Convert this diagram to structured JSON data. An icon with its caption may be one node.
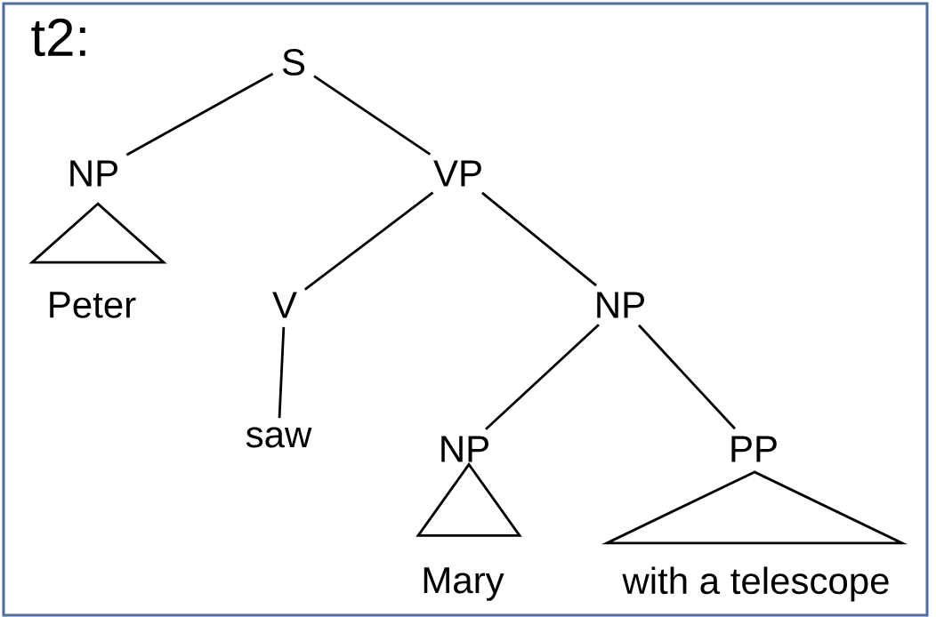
{
  "diagram": {
    "nodes": [
      {
        "text": [
          "S"
        ]
      },
      {
        "text": [
          "NP"
        ]
      },
      {
        "text": [
          "VP"
        ]
      },
      {
        "text": [],
        "shape": "triangle"
      },
      {
        "text": [
          "Peter"
        ]
      },
      {
        "text": [
          "V"
        ]
      },
      {
        "text": [
          "NP"
        ]
      },
      {
        "text": [
          "saw"
        ]
      },
      {
        "text": [
          "NP"
        ]
      },
      {
        "text": [
          "PP"
        ]
      },
      {
        "text": [],
        "shape": "triangle"
      },
      {
        "text": [],
        "shape": "triangle"
      },
      {
        "text": [
          "Mary"
        ]
      },
      {
        "text": [
          "with a telescope"
        ]
      }
    ],
    "edges": [
      {
        "from": 0,
        "to": 1,
        "arrow": "none"
      },
      {
        "from": 0,
        "to": 2,
        "arrow": "none"
      },
      {
        "from": 2,
        "to": 5,
        "arrow": "none"
      },
      {
        "from": 2,
        "to": 6,
        "arrow": "none"
      },
      {
        "from": 5,
        "to": 7,
        "arrow": "none"
      },
      {
        "from": 6,
        "to": 8,
        "arrow": "none"
      },
      {
        "from": 6,
        "to": 9,
        "arrow": "none"
      }
    ],
    "labels": [
      "t2:"
    ]
  }
}
